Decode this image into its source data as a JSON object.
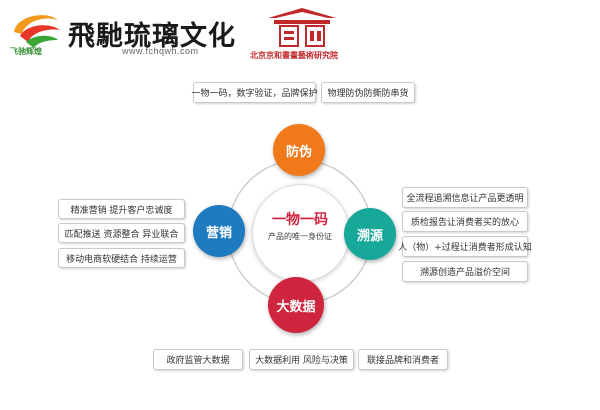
{
  "header": {
    "logo_small_text": "飞驰辉煌",
    "brand_name": "飛馳琉璃文化",
    "url": "www.fchqwh.com",
    "seal_text": "北京京和書畫藝術研究院"
  },
  "top_boxes": [
    "一物一码，数字验证，品牌保护",
    "物理防伪防撕防串货"
  ],
  "center": {
    "title": "一物一码",
    "subtitle": "产品的唯一身份证"
  },
  "nodes": {
    "top": "防伪",
    "left": "营销",
    "right": "溯源",
    "bottom": "大数据"
  },
  "left_boxes": [
    "精准营销   提升客户忠诚度",
    "匹配推送 资源整合  异业联合",
    "移动电商软硬结合   持续运营"
  ],
  "right_boxes": [
    "全流程追溯信息让产品更透明",
    "质检报告让消费者买的放心",
    "人（物）+过程让消费者形成认知",
    "溯源创造产品溢价空间"
  ],
  "bottom_boxes": [
    "政府监管大数据",
    "大数据利用 风险与决策",
    "联接品牌和消费者"
  ],
  "colors": {
    "orange": "#f07a1a",
    "blue": "#1e7bbf",
    "teal": "#17a89a",
    "red": "#d0253f",
    "seal_red": "#c0282b"
  }
}
